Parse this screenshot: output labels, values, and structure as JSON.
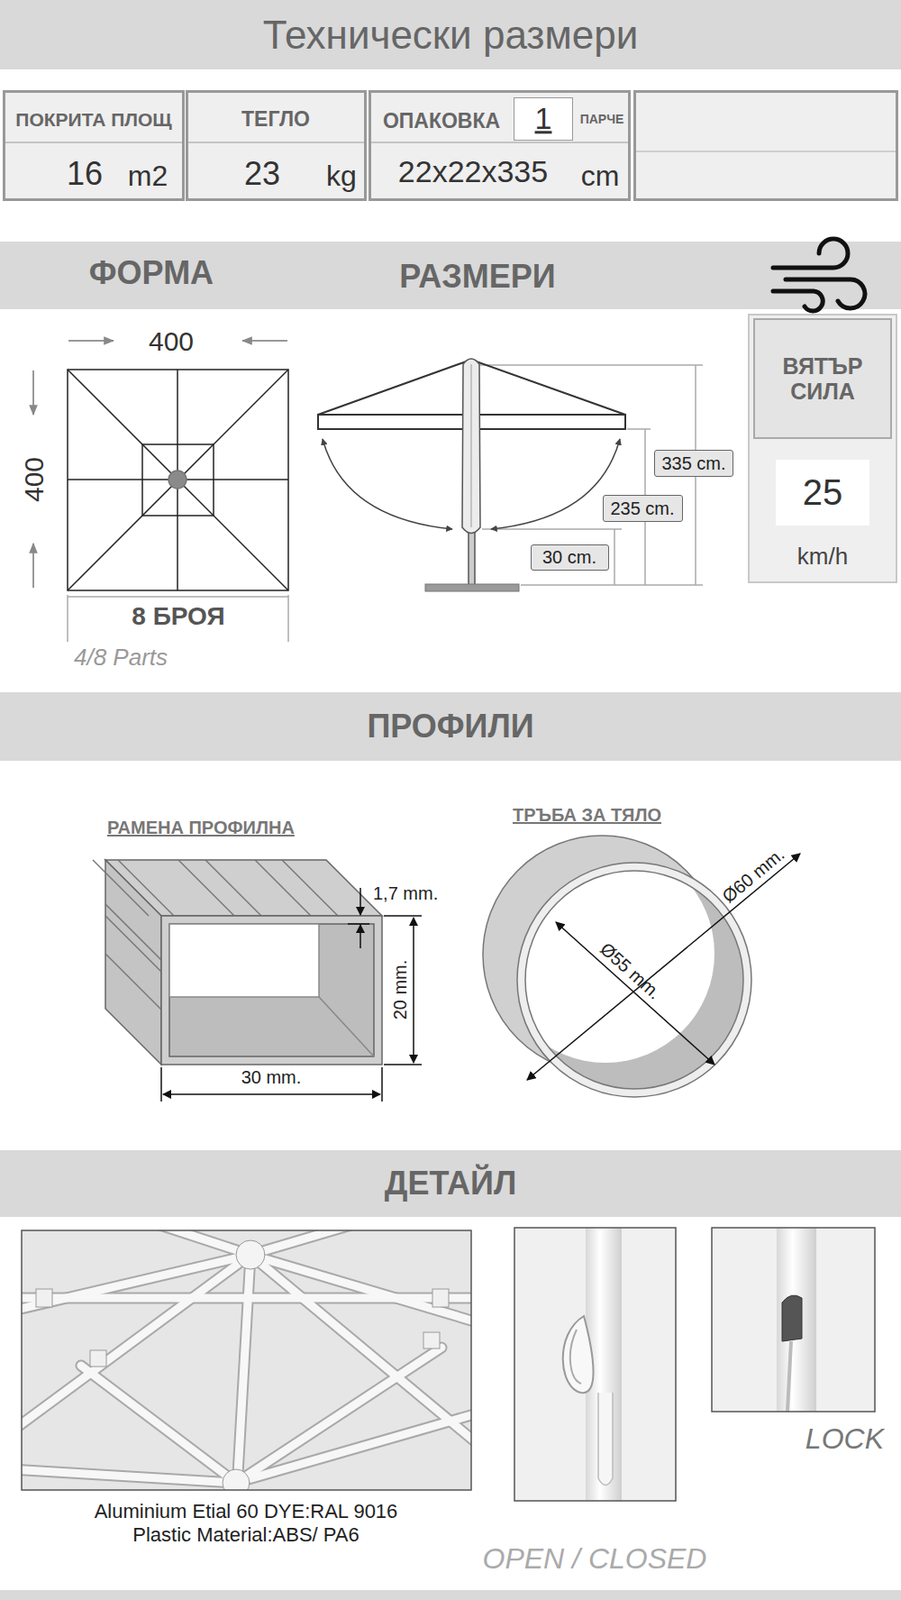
{
  "diagram": {
    "title": "Технически размери",
    "nodes": [
      {
        "text": [
          "ПОКРИТА ПЛОЩ",
          "16",
          "m2"
        ]
      },
      {
        "text": [
          "ТЕГЛО",
          "23",
          "kg"
        ]
      },
      {
        "text": [
          "ОПАКОВКА",
          "ПАРЧЕ",
          "22x22x335",
          "cm"
        ]
      },
      {
        "text": [
          "1"
        ],
        "in": 2
      },
      {
        "text": [
          "ФОРМА",
          "РАЗМЕРИ"
        ]
      },
      {
        "text": [
          "km/h"
        ]
      },
      {
        "text": [
          "ВЯТЪР СИЛА"
        ],
        "in": 5
      },
      {
        "text": [
          "25"
        ],
        "in": 5
      },
      {
        "text": [
          "335 cm."
        ]
      },
      {
        "text": [
          "235 cm."
        ]
      },
      {
        "text": [
          "30 cm."
        ]
      },
      {
        "text": [
          "ПРОФИЛИ"
        ]
      },
      {
        "text": [
          "ДЕТАЙЛ"
        ]
      }
    ],
    "labels": [
      "400",
      "400",
      "8 БРОЯ",
      "4/8 Parts",
      "РАМЕНА ПРОФИЛНА",
      "1,7 mm.",
      "20 mm.",
      "30 mm.",
      "ТРЪБА ЗА ТЯЛО",
      "Ø60 mm.",
      "Ø55 mm.",
      "Aluminium Etial 60 DYE:RAL 9016",
      "Plastic Material:ABS/ PA6",
      "LOCK",
      "OPEN / CLOSED"
    ]
  }
}
